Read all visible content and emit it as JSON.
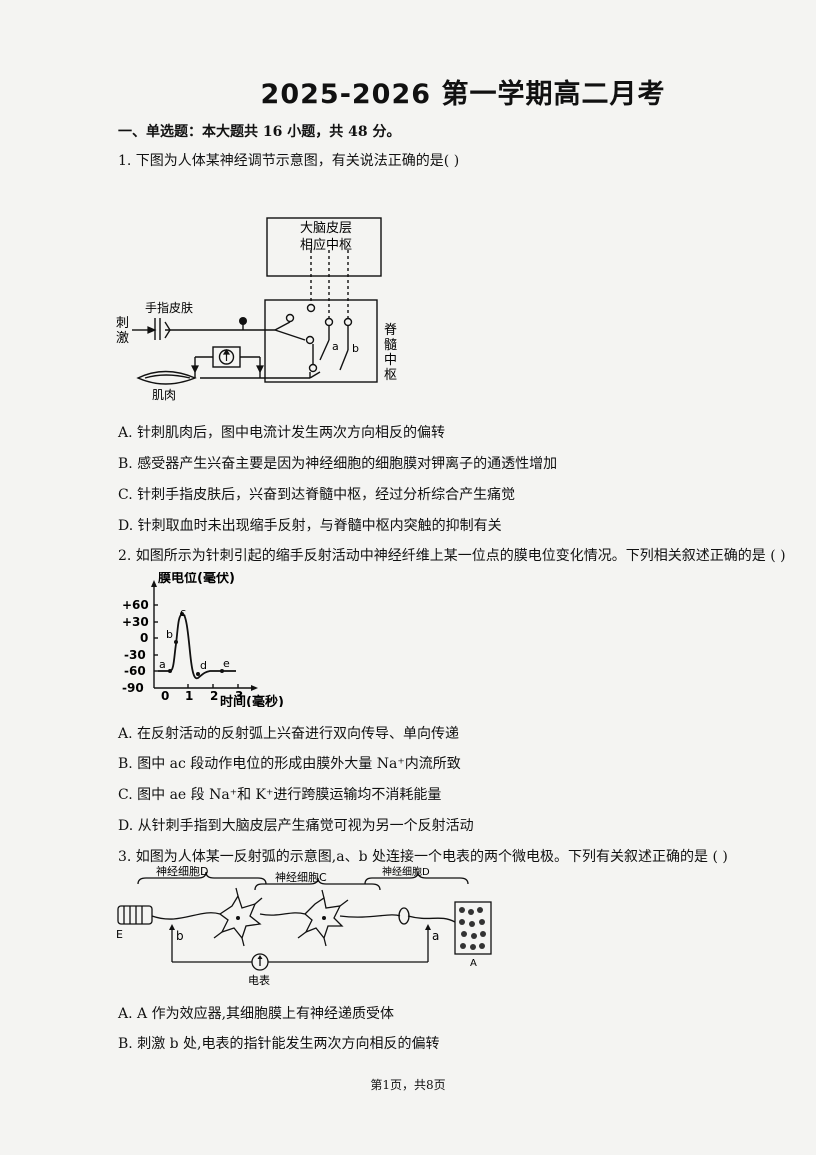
{
  "title": "2025-2026 第一学期高二月考",
  "section": "一、单选题：本大题共 16 小题，共 48 分。",
  "q1": {
    "stem": "1. 下图为人体某神经调节示意图，有关说法正确的是(    )",
    "figure": {
      "cortex": "大脑皮层",
      "center": "相应中枢",
      "skin": "手指皮肤",
      "stim1": "刺",
      "stim2": "激",
      "muscle": "肌肉",
      "spinal1": "脊",
      "spinal2": "髓",
      "spinal3": "中",
      "spinal4": "枢",
      "a": "a",
      "b": "b"
    },
    "options": [
      "A. 针刺肌肉后，图中电流计发生两次方向相反的偏转",
      "B. 感受器产生兴奋主要是因为神经细胞的细胞膜对钾离子的通透性增加",
      "C. 针刺手指皮肤后，兴奋到达脊髓中枢，经过分析综合产生痛觉",
      "D. 针刺取血时未出现缩手反射，与脊髓中枢内突触的抑制有关"
    ]
  },
  "q2": {
    "stem": "2. 如图所示为针刺引起的缩手反射活动中神经纤维上某一位点的膜电位变化情况。下列相关叙述正确的是 (    )",
    "chart": {
      "ylabel": "膜电位(毫伏)",
      "xlabel": "时间(毫秒)",
      "yticks": [
        "+60",
        "+30",
        "0",
        "-30",
        "-60",
        "-90"
      ],
      "xticks": [
        "0",
        "1",
        "2",
        "3"
      ],
      "points": [
        "a",
        "b",
        "c",
        "d",
        "e"
      ]
    },
    "options": [
      "A. 在反射活动的反射弧上兴奋进行双向传导、单向传递",
      "B. 图中 ac 段动作电位的形成由膜外大量 Na⁺内流所致",
      "C. 图中 ae 段 Na⁺和 K⁺进行跨膜运输均不消耗能量",
      "D. 从针刺手指到大脑皮层产生痛觉可视为另一个反射活动"
    ]
  },
  "q3": {
    "stem": "3. 如图为人体某一反射弧的示意图,a、b 处连接一个电表的两个微电极。下列有关叙述正确的是 (    )",
    "figure": {
      "cellD1": "神经细胞D",
      "cellC": "神经细胞C",
      "cellD2": "神经细胞D",
      "E": "E",
      "A": "A",
      "a": "a",
      "b": "b",
      "meter": "电表"
    },
    "options": [
      "A. A 作为效应器,其细胞膜上有神经递质受体",
      "B. 刺激 b 处,电表的指针能发生两次方向相反的偏转"
    ]
  },
  "footer": "第1页，共8页"
}
